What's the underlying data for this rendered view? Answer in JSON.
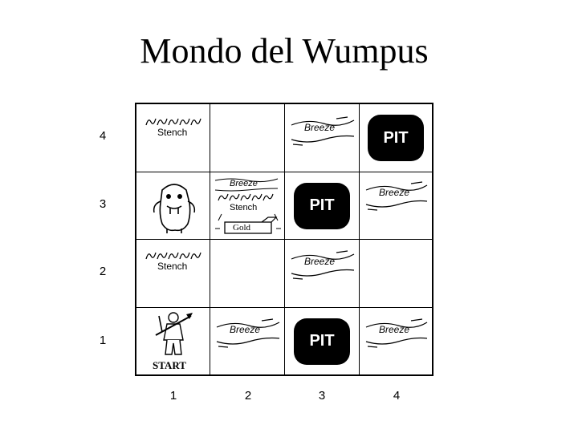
{
  "title": "Mondo del Wumpus",
  "row_labels": [
    "4",
    "3",
    "2",
    "1"
  ],
  "col_labels": [
    "1",
    "2",
    "3",
    "4"
  ],
  "cells": {
    "c1_4": {
      "stench": "Stench"
    },
    "c3_4": {
      "breeze": "Breeze"
    },
    "c4_4": {
      "pit": "PIT"
    },
    "c2_3": {
      "breeze": "Breeze",
      "stench": "Stench",
      "gold": "Gold"
    },
    "c3_3": {
      "pit": "PIT"
    },
    "c4_3": {
      "breeze": "Breeze"
    },
    "c1_2": {
      "stench": "Stench"
    },
    "c3_2": {
      "breeze": "Breeze"
    },
    "c1_1": {
      "start": "START"
    },
    "c2_1": {
      "breeze": "Breeze"
    },
    "c3_1": {
      "pit": "PIT"
    },
    "c4_1": {
      "breeze": "Breeze"
    }
  },
  "colors": {
    "pit_fill": "#000000",
    "pit_text": "#ffffff",
    "grid": "#000000"
  }
}
